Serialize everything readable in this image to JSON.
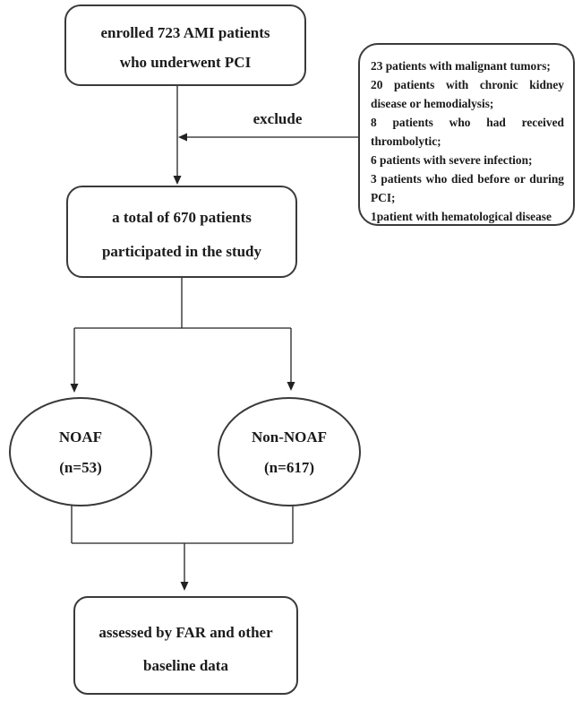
{
  "figure": {
    "enrolled_box": {
      "line1": "enrolled 723 AMI patients",
      "line2": "who underwent PCI"
    },
    "exclude_label": "exclude",
    "exclusion_box": {
      "items": [
        "23 patients with malignant tumors;",
        "20 patients with chronic kidney disease or hemodialysis;",
        "8 patients who had received thrombolytic;",
        "6 patients with severe infection;",
        "3 patients who died before or during PCI;",
        "1patient with hematological disease"
      ]
    },
    "total_box": {
      "line1": "a total of 670 patients",
      "line2": "participated in the study"
    },
    "noaf_ellipse": {
      "line1": "NOAF",
      "line2": "(n=53)"
    },
    "non_noaf_ellipse": {
      "line1": "Non-NOAF",
      "line2": "(n=617)"
    },
    "assessed_box": {
      "line1": "assessed by FAR and other",
      "line2": "baseline data"
    }
  },
  "colors": {
    "text": "#1b1b1b",
    "border": "#3a3a3a",
    "line": "#222222",
    "background": "#ffffff"
  }
}
